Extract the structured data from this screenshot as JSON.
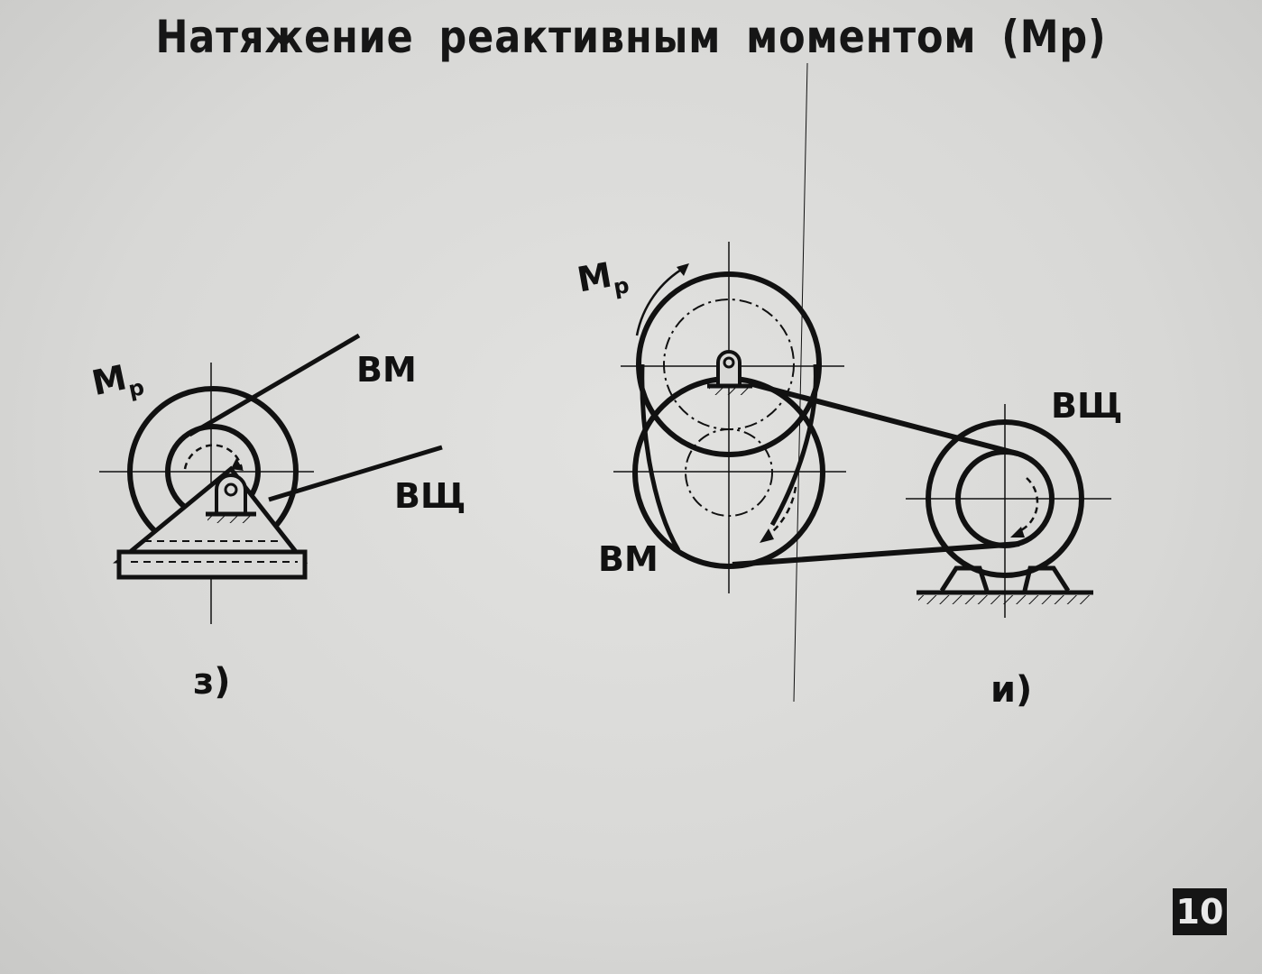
{
  "title": "Натяжение реактивным моментом (Мр)",
  "diagram_z": {
    "moment_label": "М",
    "moment_sub": "р",
    "label_vm": "ВМ",
    "label_vshch": "ВЩ",
    "caption": "з)"
  },
  "diagram_i": {
    "moment_label": "М",
    "moment_sub": "р",
    "label_vm": "ВМ",
    "label_vshch": "ВЩ",
    "caption": "и)"
  },
  "page_number": "10",
  "colors": {
    "ink": "#111111",
    "paper": "#d8d8d6"
  }
}
